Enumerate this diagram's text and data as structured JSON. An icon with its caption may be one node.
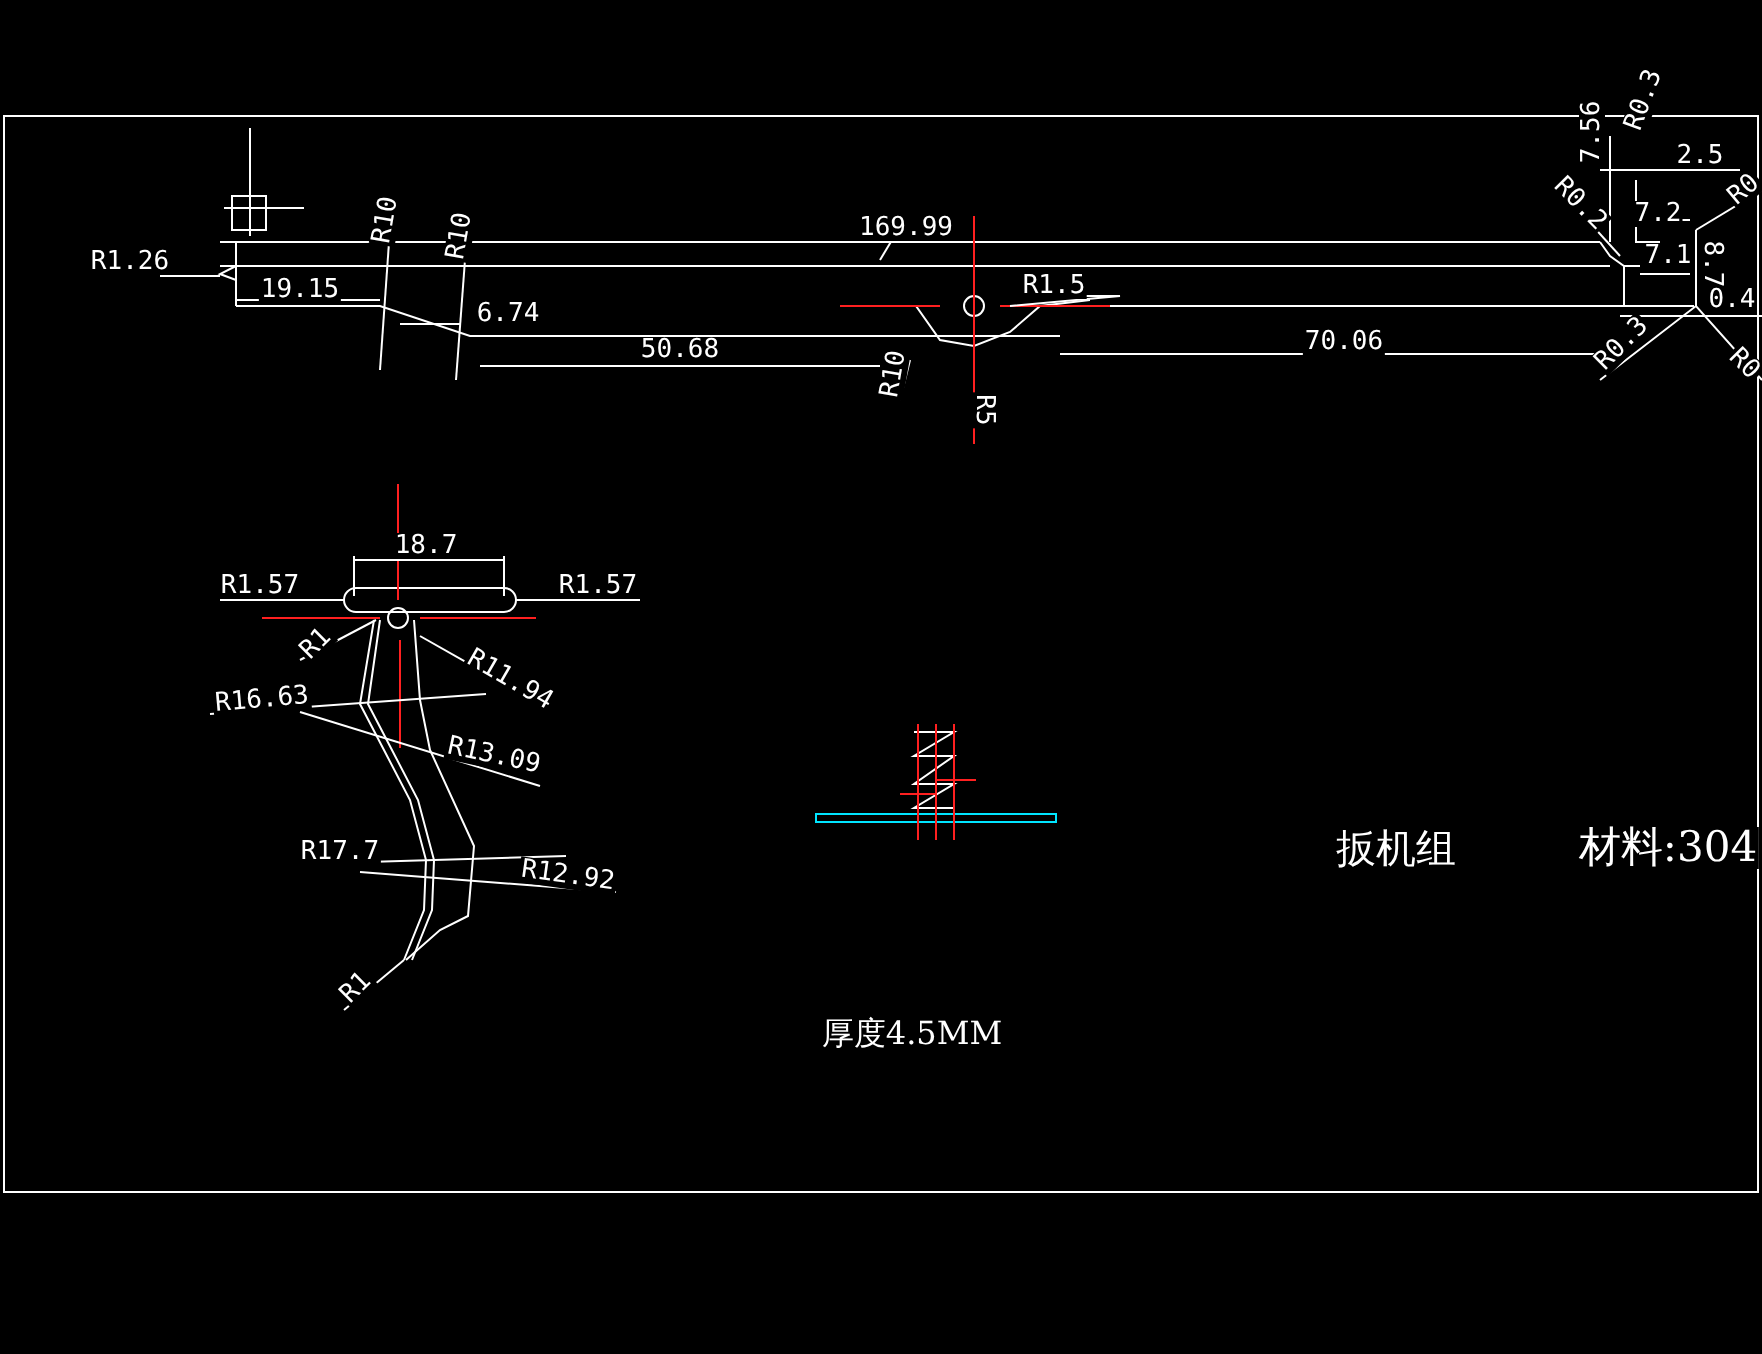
{
  "diagram": {
    "labels": [
      "R1.26",
      "19.15",
      "R10",
      "R10",
      "6.74",
      "50.68",
      "169.99",
      "R10",
      "R1.5",
      "R5",
      "70.06",
      "7.56",
      "R0.3",
      "2.5",
      "R0",
      "R0.2",
      "7.2",
      "7.1",
      "8.7",
      "0.4",
      "R0.3",
      "R0",
      "18.7",
      "R1.57",
      "R1.57",
      "R1",
      "R11.94",
      "R16.63",
      "R13.09",
      "R17.7",
      "R12.92",
      "R1",
      "扳机组",
      "材料:304",
      "厚度4.5MM"
    ]
  }
}
